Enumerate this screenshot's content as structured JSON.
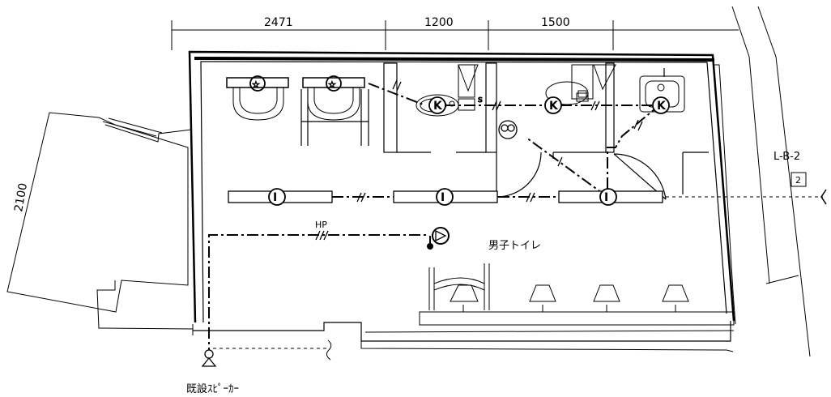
{
  "dimensions": {
    "top": [
      "2471",
      "1200",
      "1500"
    ],
    "left": "2100"
  },
  "labels": {
    "room_name": "男子トイレ",
    "speaker_existing": "既設ｽﾋﾟｰｶｰ",
    "panel_ref": "L-B-2",
    "circuit_number": "2",
    "hp": "HP"
  },
  "symbols": {
    "light_fixture": "I",
    "exhaust_fan": "K"
  },
  "counts": {
    "washbasins": 2,
    "toilets": 2,
    "urinals": 4,
    "ceiling_lights": 3,
    "exhaust_fans": 3
  }
}
